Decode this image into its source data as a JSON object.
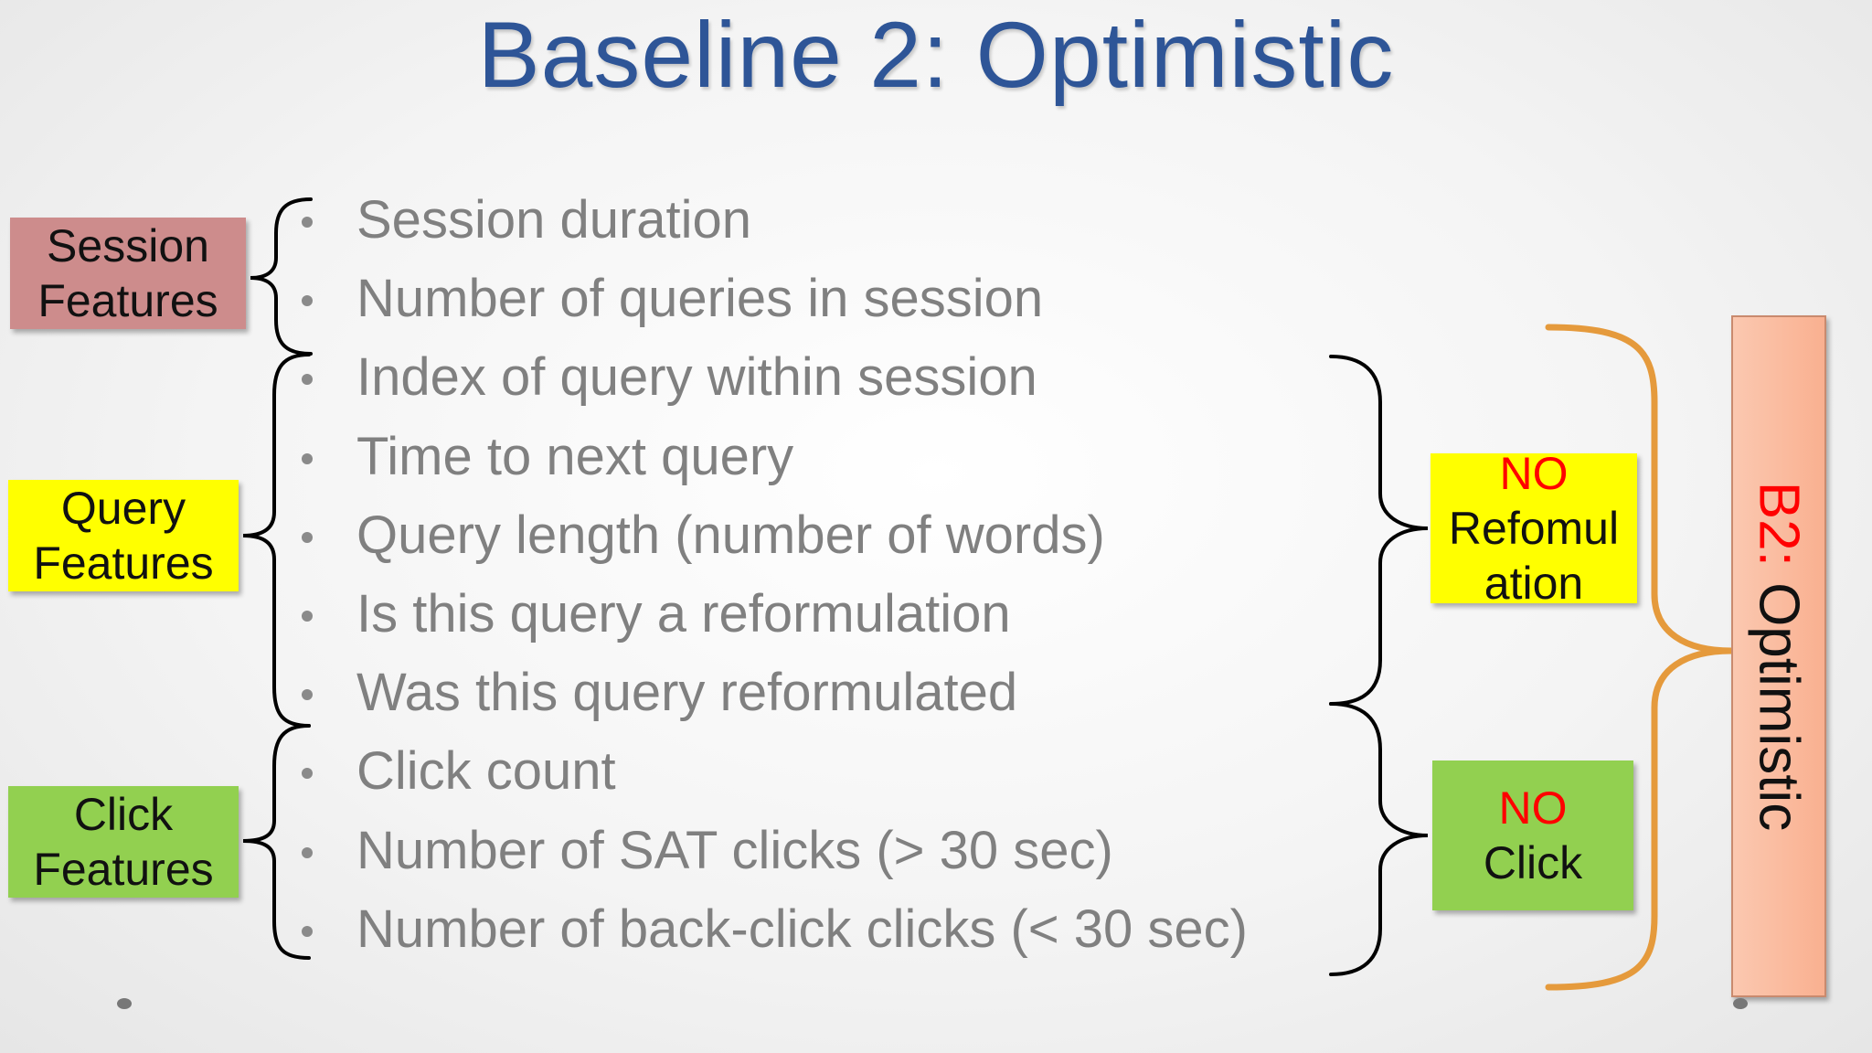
{
  "slide": {
    "title": "Baseline 2: Optimistic",
    "bullets": [
      "Session duration",
      "Number of queries in session",
      "Index of query within session",
      "Time to next query",
      "Query length (number of words)",
      "Is this query a reformulation",
      "Was this query reformulated",
      "Click count",
      "Number of SAT clicks  (> 30 sec)",
      "Number of back-click clicks  (< 30 sec)"
    ],
    "groups": {
      "session": {
        "line1": "Session",
        "line2": "Features",
        "color": "#cd8c8c"
      },
      "query": {
        "line1": "Query",
        "line2": "Features",
        "color": "#ffff00"
      },
      "click": {
        "line1": "Click",
        "line2": "Features",
        "color": "#92d050"
      }
    },
    "conditions": {
      "no_reformulation": {
        "no": "NO",
        "line1": "Refomul",
        "line2": "ation",
        "color": "#ffff00"
      },
      "no_click": {
        "no": "NO",
        "line1": "Click",
        "color": "#92d050"
      }
    },
    "baseline": {
      "label_red": "B2:",
      "label_black": " Optimistic",
      "color": "#f9b090"
    }
  }
}
